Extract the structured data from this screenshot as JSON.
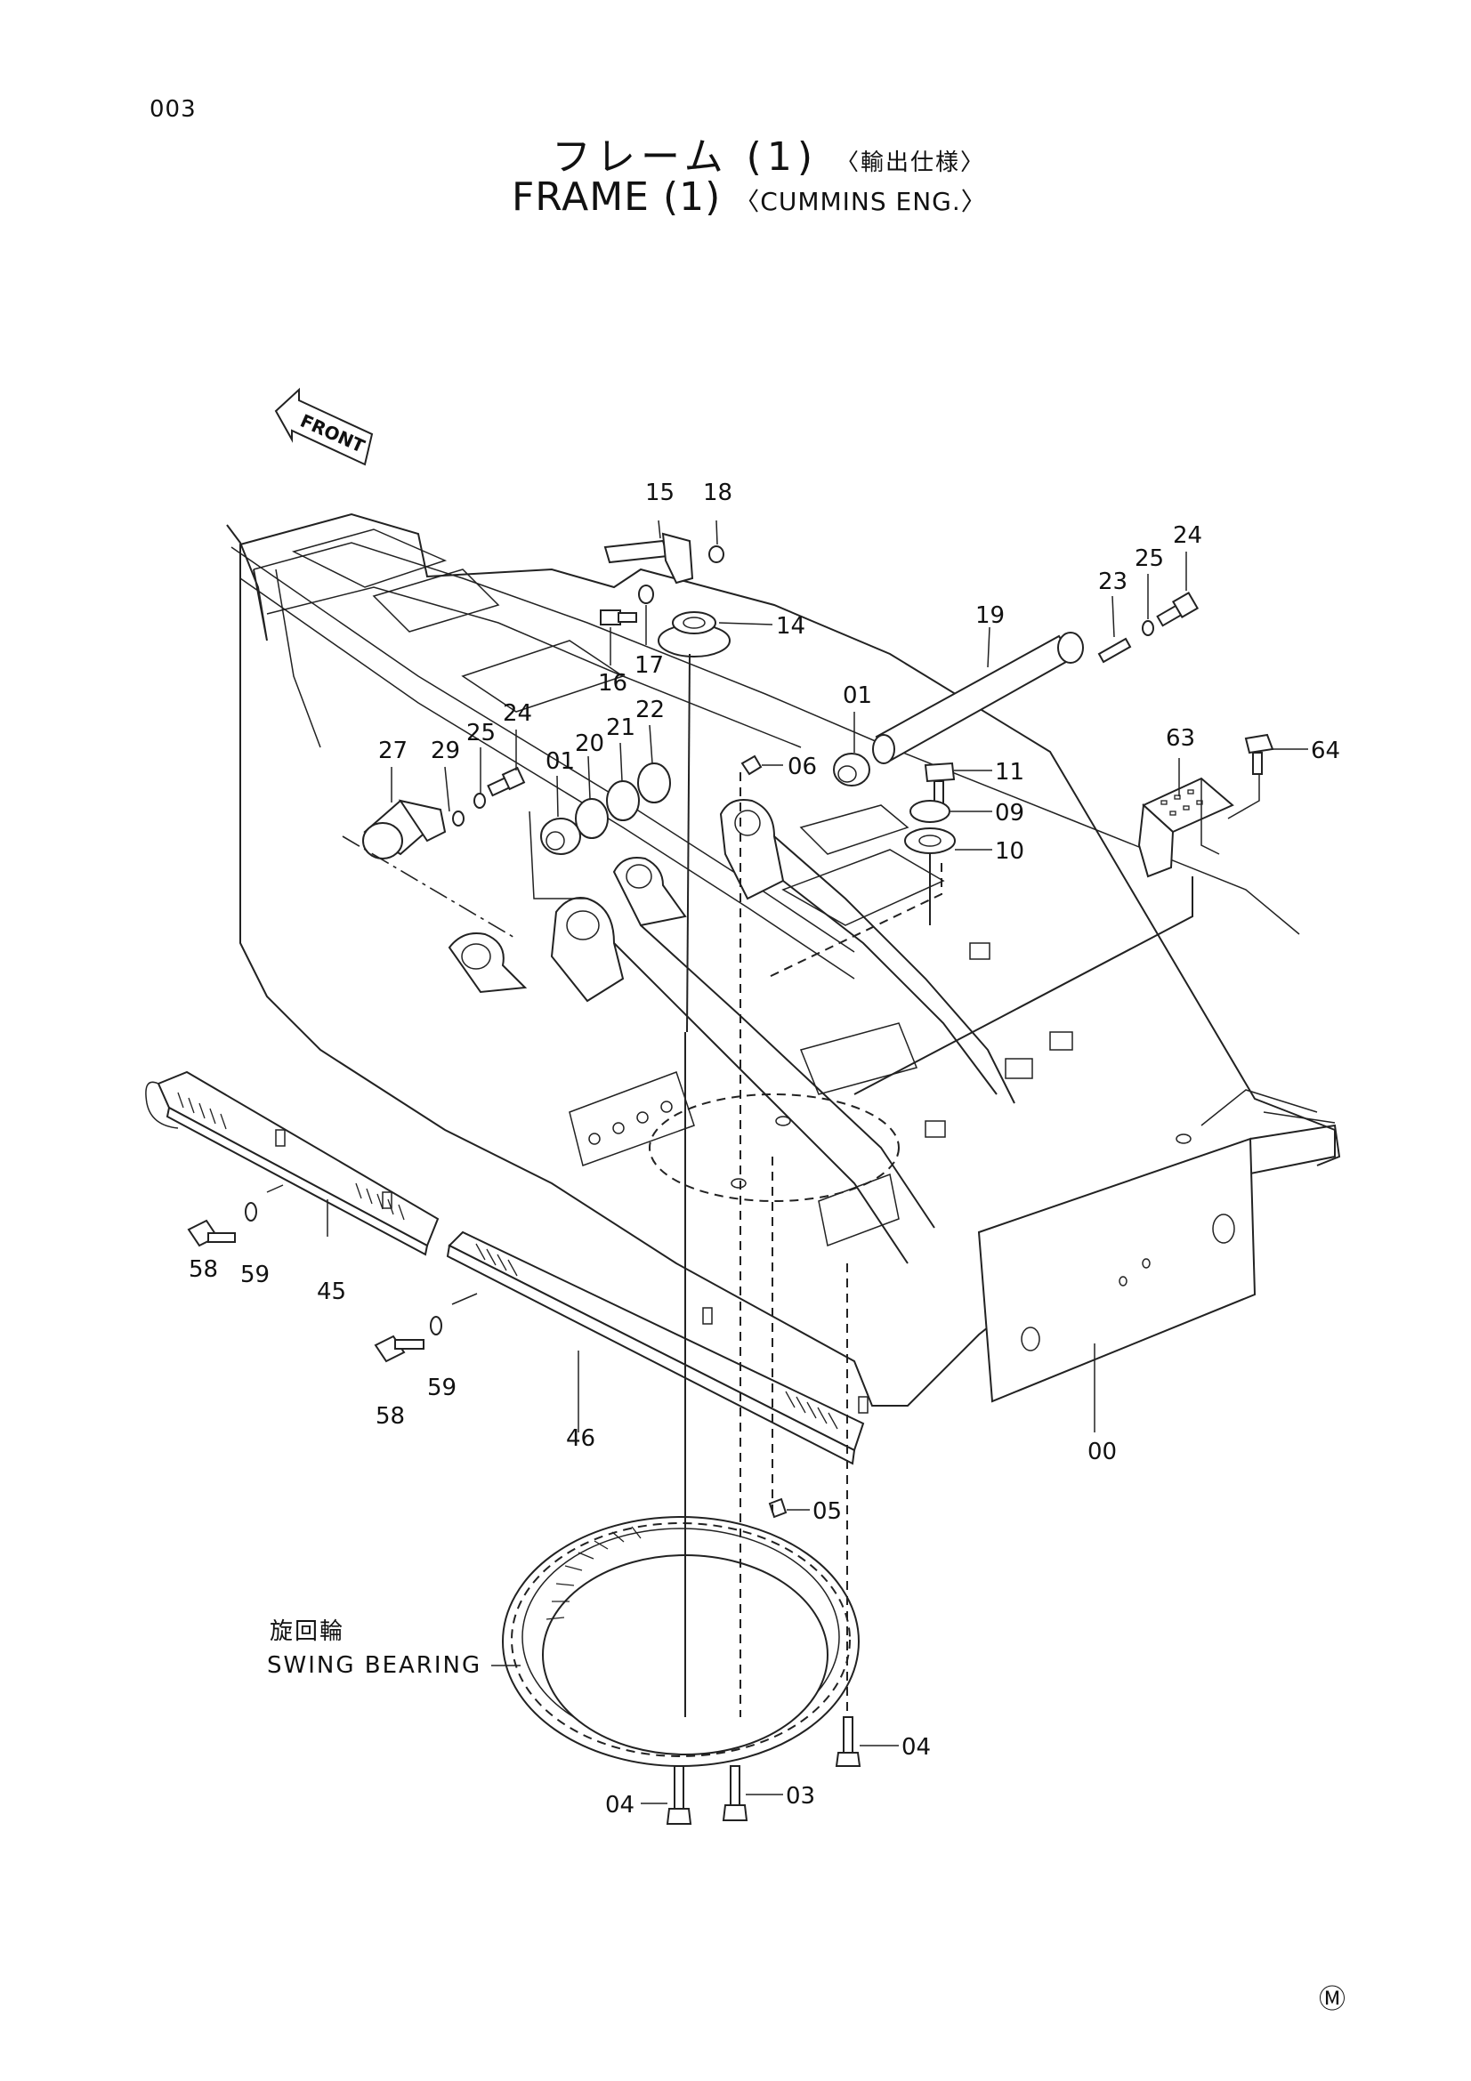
{
  "page_number": "003",
  "title": {
    "jp_main": "フレーム (1)",
    "jp_sub": "〈輸出仕様〉",
    "en_main": "FRAME (1)",
    "en_sub": "〈CUMMINS ENG.〉"
  },
  "front_arrow_label": "FRONT",
  "swing_bearing": {
    "jp": "旋回輪",
    "en": "SWING BEARING"
  },
  "mark": "Ⓜ",
  "part_labels": {
    "p00": "00",
    "p01a": "01",
    "p01b": "01",
    "p03": "03",
    "p04a": "04",
    "p04b": "04",
    "p05": "05",
    "p06": "06",
    "p09": "09",
    "p10": "10",
    "p11": "11",
    "p14": "14",
    "p15": "15",
    "p16": "16",
    "p17": "17",
    "p18": "18",
    "p19": "19",
    "p20": "20",
    "p21": "21",
    "p22": "22",
    "p23": "23",
    "p24a": "24",
    "p24b": "24",
    "p25a": "25",
    "p25b": "25",
    "p27": "27",
    "p29": "29",
    "p45": "45",
    "p46": "46",
    "p58a": "58",
    "p58b": "58",
    "p59a": "59",
    "p59b": "59",
    "p63": "63",
    "p64": "64"
  }
}
